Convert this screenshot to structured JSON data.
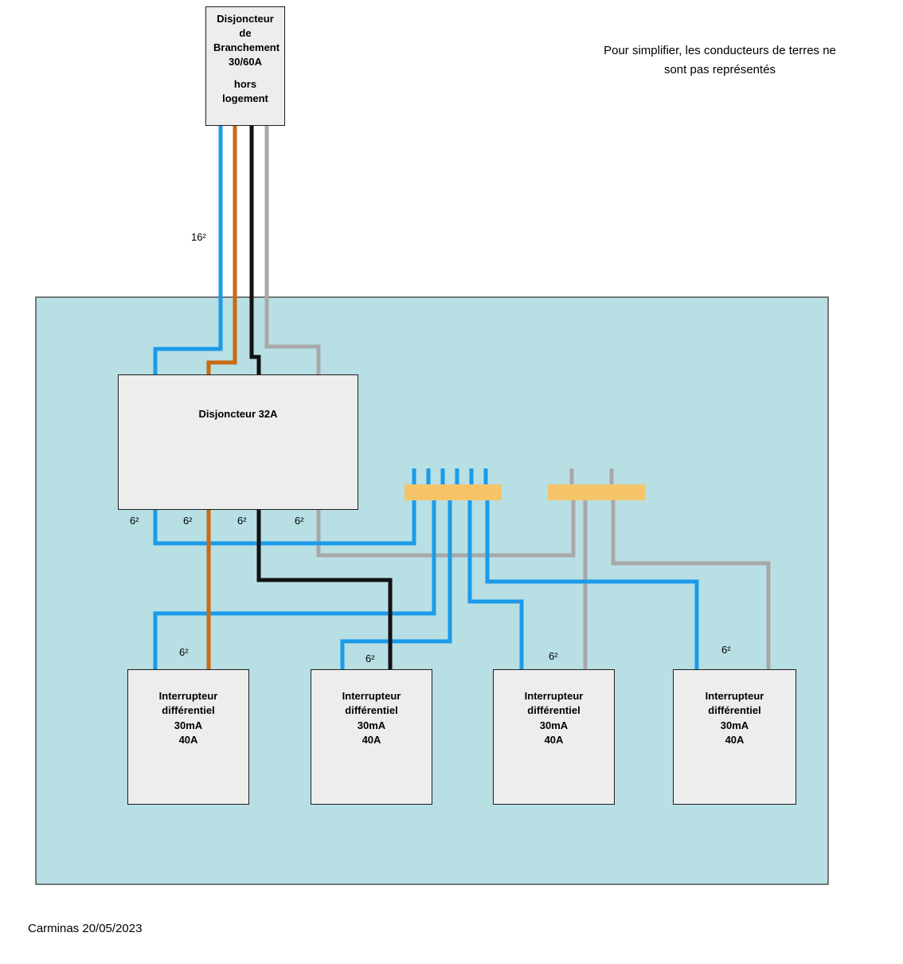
{
  "note": {
    "text": "Pour simplifier, les conducteurs de terres ne sont pas représentés"
  },
  "footer": {
    "credit": "Carminas 20/05/2023"
  },
  "main_breaker": {
    "title": "Disjoncteur de Branchement",
    "rating": "30/60A",
    "location": "hors logement"
  },
  "panel_breaker": {
    "label": "Disjoncteur 32A"
  },
  "rcd": {
    "title": "Interrupteur différentiel",
    "sensitivity": "30mA",
    "rating": "40A"
  },
  "wire_labels": {
    "feed": "16²",
    "branch": "6²"
  },
  "colors": {
    "wire_blue": "#1b9be9",
    "wire_orange": "#c96a11",
    "wire_black": "#121212",
    "wire_gray": "#a8a8a8",
    "busbar": "#f5c469",
    "panel_bg": "#b8dfe4"
  }
}
